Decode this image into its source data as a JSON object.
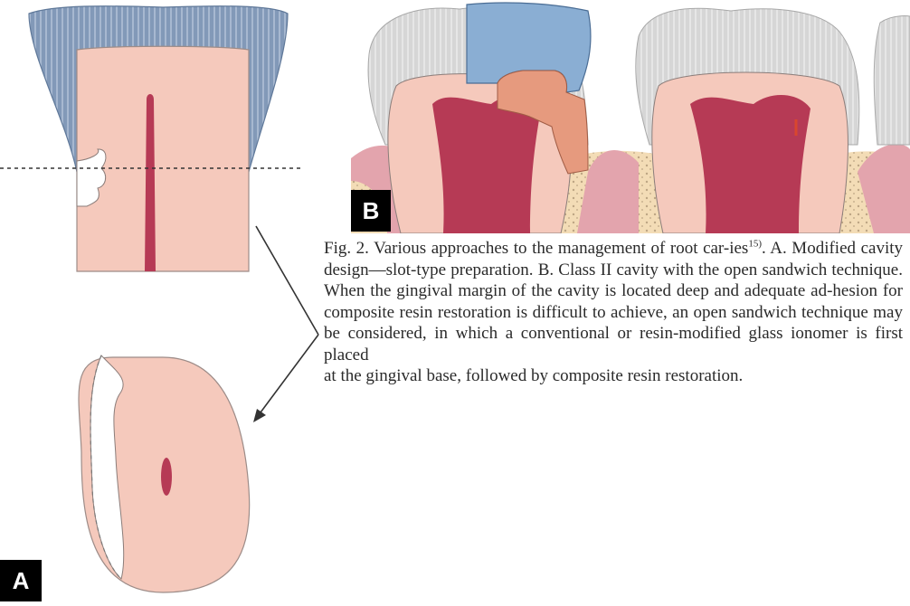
{
  "panels": {
    "a_label": "A",
    "b_label": "B"
  },
  "caption": {
    "part1": "Fig. 2. Various approaches to the management of root car-ies",
    "ref": "15)",
    "part2": ". A. Modified cavity design—slot-type preparation. B. Class II cavity with the open sandwich technique. When the gingival margin of the cavity is located deep and adequate ad-hesion for composite resin restoration is difficult to achieve, an open sandwich technique may be considered, in which a conventional or resin-modified glass ionomer is first placed",
    "part3": "at the gingival base, followed by composite resin restoration."
  },
  "colors": {
    "enamel": "#8299b8",
    "dentin": "#f5c9bc",
    "pulp": "#b63a55",
    "gingiva": "#e3a4ad",
    "bone": "#f3dcb6",
    "composite": "#8aaed3",
    "glass_ionomer": "#e69a7e"
  }
}
